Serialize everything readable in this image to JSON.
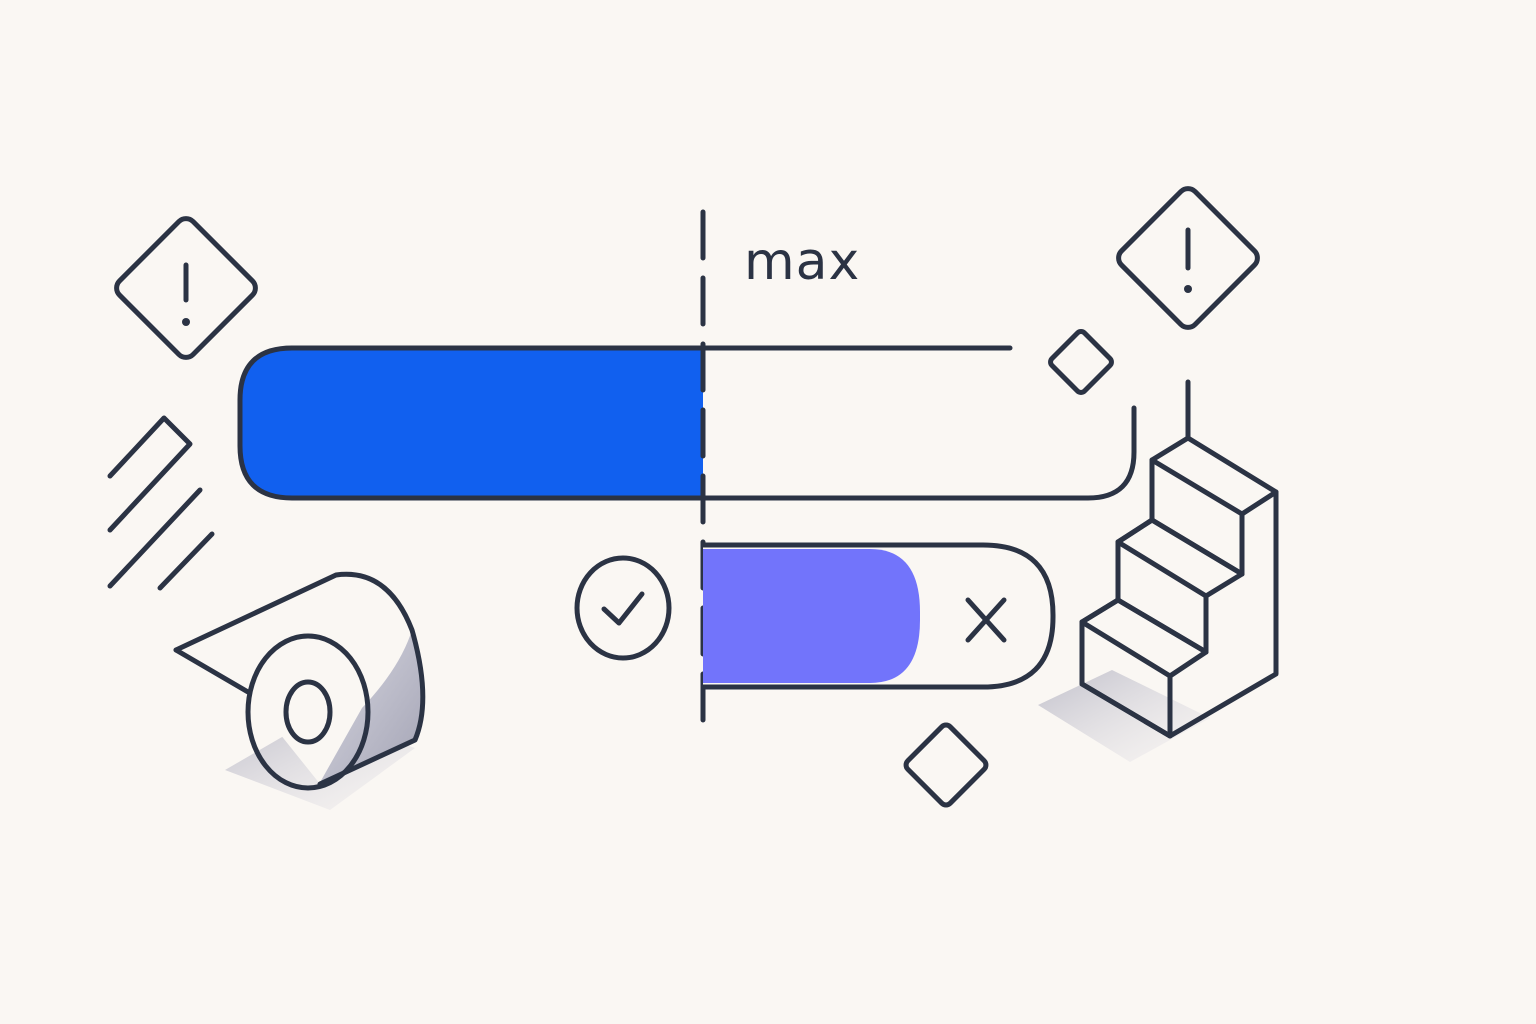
{
  "limit_label": "max",
  "colors": {
    "background": "#faf7f3",
    "outline": "#2b3344",
    "primary_fill": "#1160ef",
    "secondary_fill": "#7274fb",
    "stair_fill": "#c7c3fb",
    "shadow": "#c9c9d6"
  },
  "progress_bar": {
    "fill_level_of_max": 1.0
  },
  "toggle": {
    "state": "partial",
    "accept_icon": "check-circle-icon",
    "reject_icon": "x-icon"
  },
  "icons": [
    "warning-diamond-icon",
    "warning-diamond-icon",
    "diamond-icon",
    "diamond-icon",
    "tape-roll-icon",
    "stairs-icon",
    "speed-lines-icon"
  ]
}
